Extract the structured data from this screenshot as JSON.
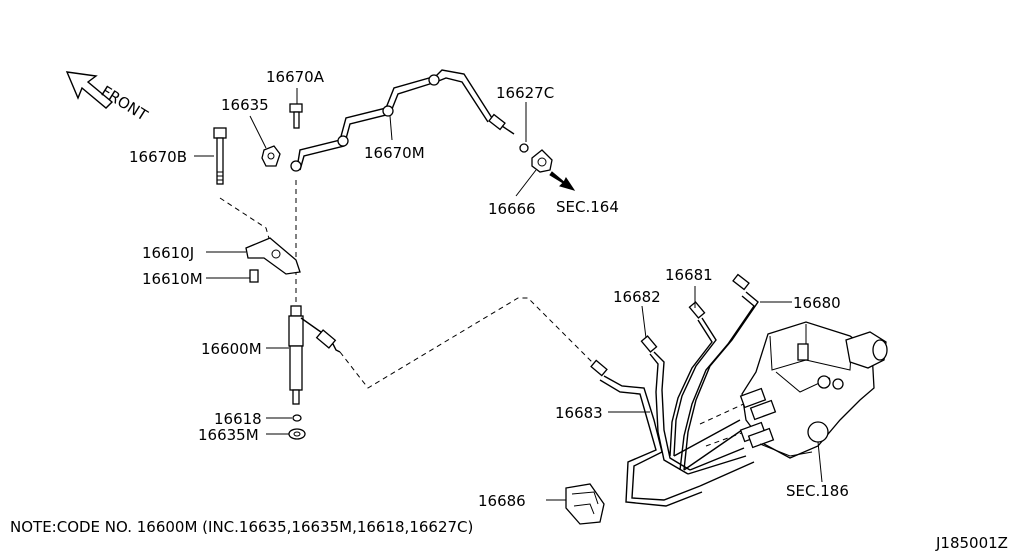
{
  "diagram": {
    "front_label": "FRONT",
    "labels": {
      "p16670A": "16670A",
      "p16635": "16635",
      "p16670B": "16670B",
      "p16670M": "16670M",
      "p16627C": "16627C",
      "p16666": "16666",
      "sec164": "SEC.164",
      "p16610J": "16610J",
      "p16610M": "16610M",
      "p16600M": "16600M",
      "p16618": "16618",
      "p16635M": "16635M",
      "p16681": "16681",
      "p16682": "16682",
      "p16680": "16680",
      "p16683": "16683",
      "p16686": "16686",
      "sec186": "SEC.186"
    },
    "note": "NOTE:CODE NO. 16600M (INC.16635,16635M,16618,16627C)",
    "drawing_id": "J185001Z"
  }
}
